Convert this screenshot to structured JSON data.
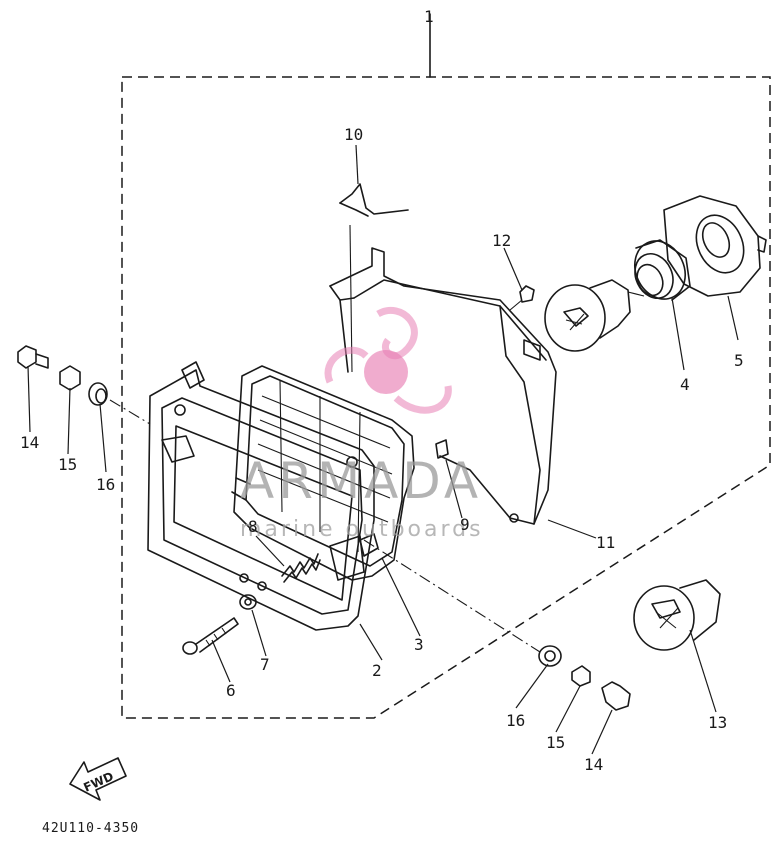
{
  "diagram": {
    "callouts": {
      "p1": "1",
      "p2": "2",
      "p3": "3",
      "p4": "4",
      "p5": "5",
      "p6": "6",
      "p7": "7",
      "p8": "8",
      "p9": "9",
      "p10": "10",
      "p11": "11",
      "p12": "12",
      "p13": "13",
      "p14a": "14",
      "p15a": "15",
      "p16a": "16",
      "p14b": "14",
      "p15b": "15",
      "p16b": "16"
    },
    "direction_arrow": "FWD",
    "diagram_code": "42U110-4350"
  },
  "watermark": {
    "brand": "ARMADA",
    "tagline": "marine outboards",
    "logo_color": "#e87fb4"
  }
}
